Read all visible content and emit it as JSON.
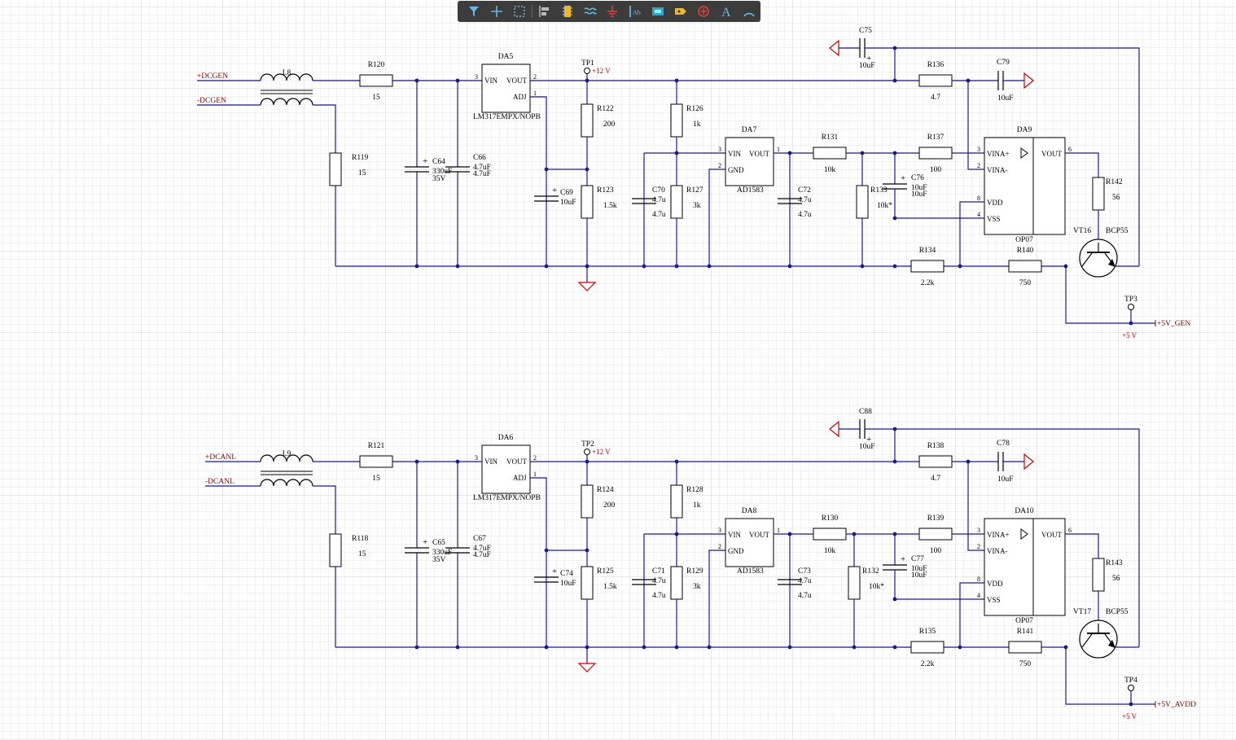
{
  "toolbar": {
    "tools": [
      {
        "name": "filter-icon"
      },
      {
        "name": "crosshair-icon"
      },
      {
        "name": "select-rect-icon"
      },
      {
        "name": "align-icon"
      },
      {
        "name": "component-icon"
      },
      {
        "name": "bus-icon"
      },
      {
        "name": "ground-icon"
      },
      {
        "name": "net-label-icon"
      },
      {
        "name": "device-sheet-icon"
      },
      {
        "name": "port-icon"
      },
      {
        "name": "no-erc-icon"
      },
      {
        "name": "text-icon"
      },
      {
        "name": "arc-icon"
      }
    ],
    "text_tool_glyph": "A",
    "net_label_glyph": "Ab"
  },
  "colors": {
    "grid_minor": "#e4e4e4",
    "grid_major": "#cfcfcf",
    "wire": "#1a1a8c",
    "component": "#000000",
    "net_label": "#8b0000",
    "power": "#cc0000",
    "designator": "#000080"
  },
  "schematic": {
    "top": {
      "nets": {
        "in_pos": "+DCGEN",
        "in_neg": "-DCGEN",
        "out": "+5V_GEN"
      },
      "inductor": "L8",
      "r_in": {
        "ref": "R120",
        "val": "15"
      },
      "r_shunt": {
        "ref": "R119",
        "val": "15"
      },
      "c_bulk": {
        "ref": "C64",
        "val": "330uF",
        "volt": "35V"
      },
      "c_in": {
        "ref": "C66",
        "val": "4.7uF"
      },
      "reg": {
        "ref": "DA5",
        "part": "LM317EMPX/NOPB",
        "pin3": "3",
        "pin2": "2",
        "pin1": "1",
        "vin": "VIN",
        "vout": "VOUT",
        "adj": "ADJ"
      },
      "tp": {
        "ref": "TP1",
        "val": "+12 V"
      },
      "r_fb1": {
        "ref": "R122",
        "val": "200"
      },
      "r_fb2": {
        "ref": "R123",
        "val": "1.5k"
      },
      "c_adj": {
        "ref": "C69",
        "val": "10uF"
      },
      "r_div1": {
        "ref": "R126",
        "val": "1k"
      },
      "r_div2": {
        "ref": "R127",
        "val": "3k"
      },
      "c_div": {
        "ref": "C70",
        "val": "4.7u"
      },
      "ref_ic": {
        "ref": "DA7",
        "part": "AD1583",
        "vin": "VIN",
        "vout": "VOUT",
        "gnd": "GND",
        "pin3": "3",
        "pin2": "2",
        "pin1": "1"
      },
      "c_ref": {
        "ref": "C72",
        "val": "4.7u"
      },
      "r_ser": {
        "ref": "R131",
        "val": "10k"
      },
      "r_gnd": {
        "ref": "R133",
        "val": "10k*"
      },
      "c_filt": {
        "ref": "C76",
        "val": "10uF"
      },
      "r_op": {
        "ref": "R137",
        "val": "100"
      },
      "r_fbk": {
        "ref": "R136",
        "val": "4.7"
      },
      "c_top": {
        "ref": "C75",
        "val": "10uF"
      },
      "c_out": {
        "ref": "C79",
        "val": "10uF"
      },
      "op": {
        "ref": "DA9",
        "part": "OP07",
        "p3": "3",
        "p2": "2",
        "p8": "8",
        "p4": "4",
        "p6": "6",
        "vinap": "VINA+",
        "vinan": "VINA-",
        "vdd": "VDD",
        "vss": "VSS",
        "vout": "VOUT"
      },
      "r_base": {
        "ref": "R142",
        "val": "56"
      },
      "tr": {
        "ref": "VT16",
        "part": "BCP55"
      },
      "r_low": {
        "ref": "R134",
        "val": "2.2k"
      },
      "r_col": {
        "ref": "R140",
        "val": "750"
      },
      "tp_out": {
        "ref": "TP3",
        "val": "+5 V"
      }
    },
    "bottom": {
      "nets": {
        "in_pos": "+DCANL",
        "in_neg": "-DCANL",
        "out": "+5V_AVDD"
      },
      "inductor": "L9",
      "r_in": {
        "ref": "R121",
        "val": "15"
      },
      "r_shunt": {
        "ref": "R118",
        "val": "15"
      },
      "c_bulk": {
        "ref": "C65",
        "val": "330uF",
        "volt": "35V"
      },
      "c_in": {
        "ref": "C67",
        "val": "4.7uF"
      },
      "reg": {
        "ref": "DA6",
        "part": "LM317EMPX/NOPB",
        "pin3": "3",
        "pin2": "2",
        "pin1": "1",
        "vin": "VIN",
        "vout": "VOUT",
        "adj": "ADJ"
      },
      "tp": {
        "ref": "TP2",
        "val": "+12 V"
      },
      "r_fb1": {
        "ref": "R124",
        "val": "200"
      },
      "r_fb2": {
        "ref": "R125",
        "val": "1.5k"
      },
      "c_adj": {
        "ref": "C74",
        "val": "10uF"
      },
      "r_div1": {
        "ref": "R128",
        "val": "1k"
      },
      "r_div2": {
        "ref": "R129",
        "val": "3k"
      },
      "c_div": {
        "ref": "C71",
        "val": "4.7u"
      },
      "ref_ic": {
        "ref": "DA8",
        "part": "AD1583",
        "vin": "VIN",
        "vout": "VOUT",
        "gnd": "GND",
        "pin3": "3",
        "pin2": "2",
        "pin1": "1"
      },
      "c_ref": {
        "ref": "C73",
        "val": "4.7u"
      },
      "r_ser": {
        "ref": "R130",
        "val": "10k"
      },
      "r_gnd": {
        "ref": "R132",
        "val": "10k*"
      },
      "c_filt": {
        "ref": "C77",
        "val": "10uF"
      },
      "r_op": {
        "ref": "R139",
        "val": "100"
      },
      "r_fbk": {
        "ref": "R138",
        "val": "4.7"
      },
      "c_top": {
        "ref": "C88",
        "val": "10uF"
      },
      "c_out": {
        "ref": "C78",
        "val": "10uF"
      },
      "op": {
        "ref": "DA10",
        "part": "OP07",
        "p3": "3",
        "p2": "2",
        "p8": "8",
        "p4": "4",
        "p6": "6",
        "vinap": "VINA+",
        "vinan": "VINA-",
        "vdd": "VDD",
        "vss": "VSS",
        "vout": "VOUT"
      },
      "r_base": {
        "ref": "R143",
        "val": "56"
      },
      "tr": {
        "ref": "VT17",
        "part": "BCP55"
      },
      "r_low": {
        "ref": "R135",
        "val": "2.2k"
      },
      "r_col": {
        "ref": "R141",
        "val": "750"
      },
      "tp_out": {
        "ref": "TP4",
        "val": "+5 V"
      }
    }
  }
}
